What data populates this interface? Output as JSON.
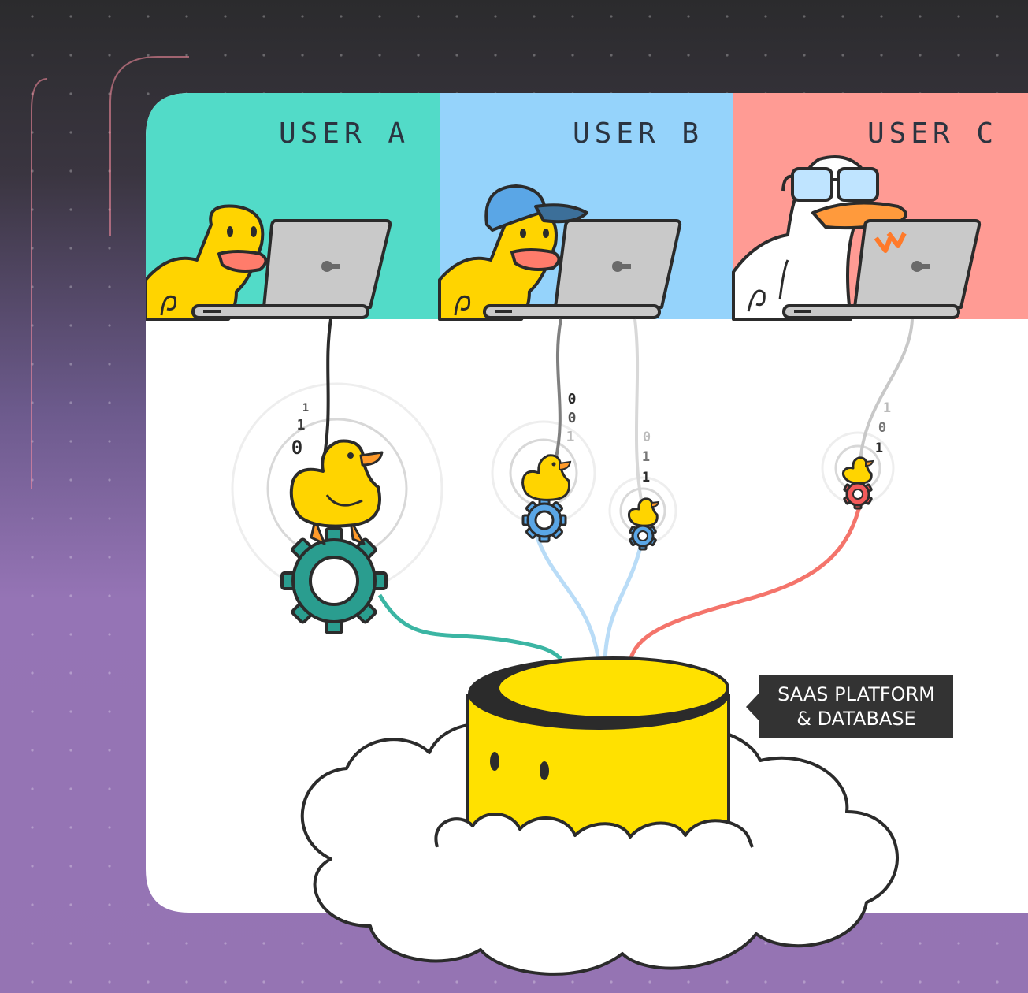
{
  "users": [
    {
      "label": "USER A",
      "panel_color": "#52dbc8"
    },
    {
      "label": "USER B",
      "panel_color": "#95d3fb"
    },
    {
      "label": "USER C",
      "panel_color": "#ff9b94"
    }
  ],
  "bits": {
    "a": [
      "1",
      "1",
      "0"
    ],
    "b1": [
      "0",
      "0",
      "1"
    ],
    "b2": [
      "0",
      "1",
      "1"
    ],
    "c": [
      "1",
      "0",
      "1"
    ]
  },
  "platform_label": {
    "line1": "SAAS PLATFORM",
    "line2": "& DATABASE"
  },
  "colors": {
    "teal_gear": "#2a9d8f",
    "blue_gear": "#5aa6e6",
    "red_gear": "#f25a5a",
    "duck_yellow": "#ffd400",
    "database_yellow": "#ffe100",
    "outline": "#2b2b2b",
    "laptop": "#c9c9c9",
    "tooltip_bg": "#333333"
  },
  "icons": [
    "duck-icon",
    "laptop-icon",
    "gear-icon",
    "database-icon",
    "cloud-icon",
    "glasses-icon",
    "cap-icon"
  ]
}
